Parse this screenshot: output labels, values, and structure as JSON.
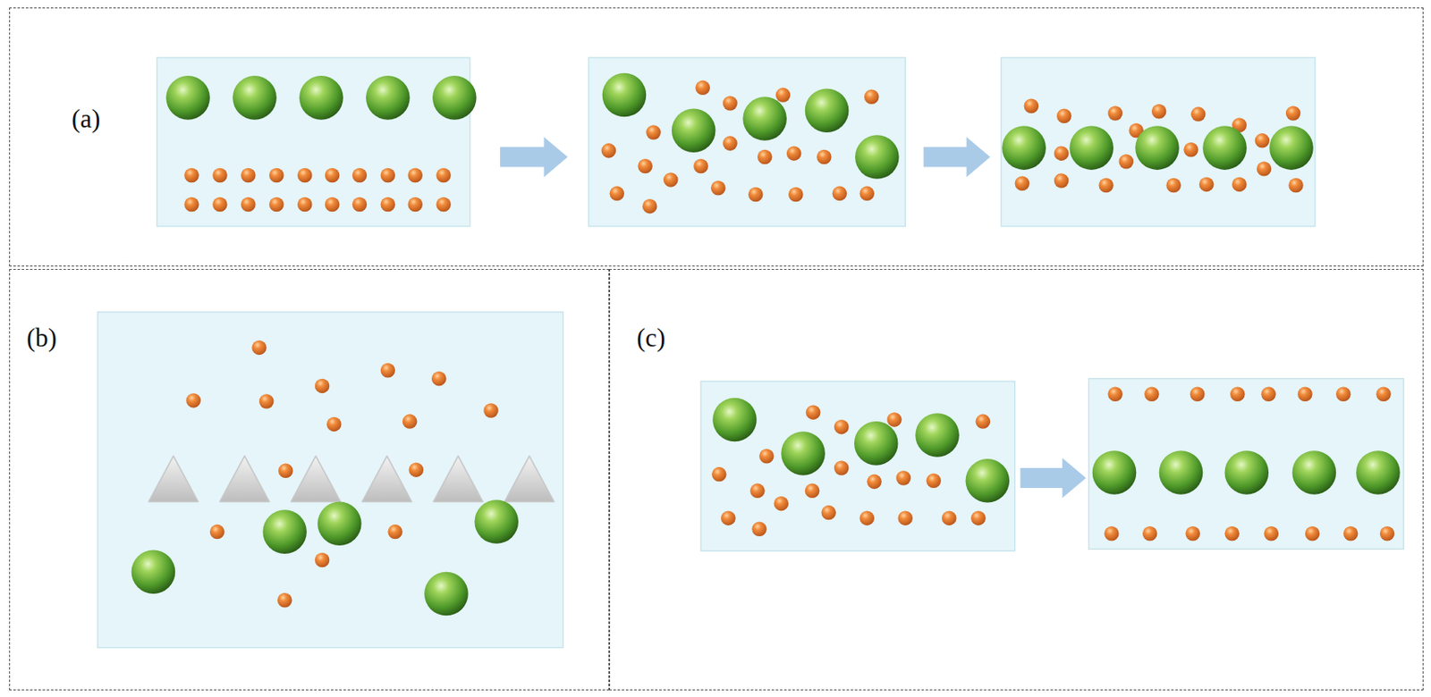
{
  "diagram": {
    "nodes": [
      {
        "text": [
          "(a)"
        ]
      },
      {
        "text": [
          "(b)"
        ]
      },
      {
        "text": [
          "(c)"
        ]
      }
    ]
  }
}
